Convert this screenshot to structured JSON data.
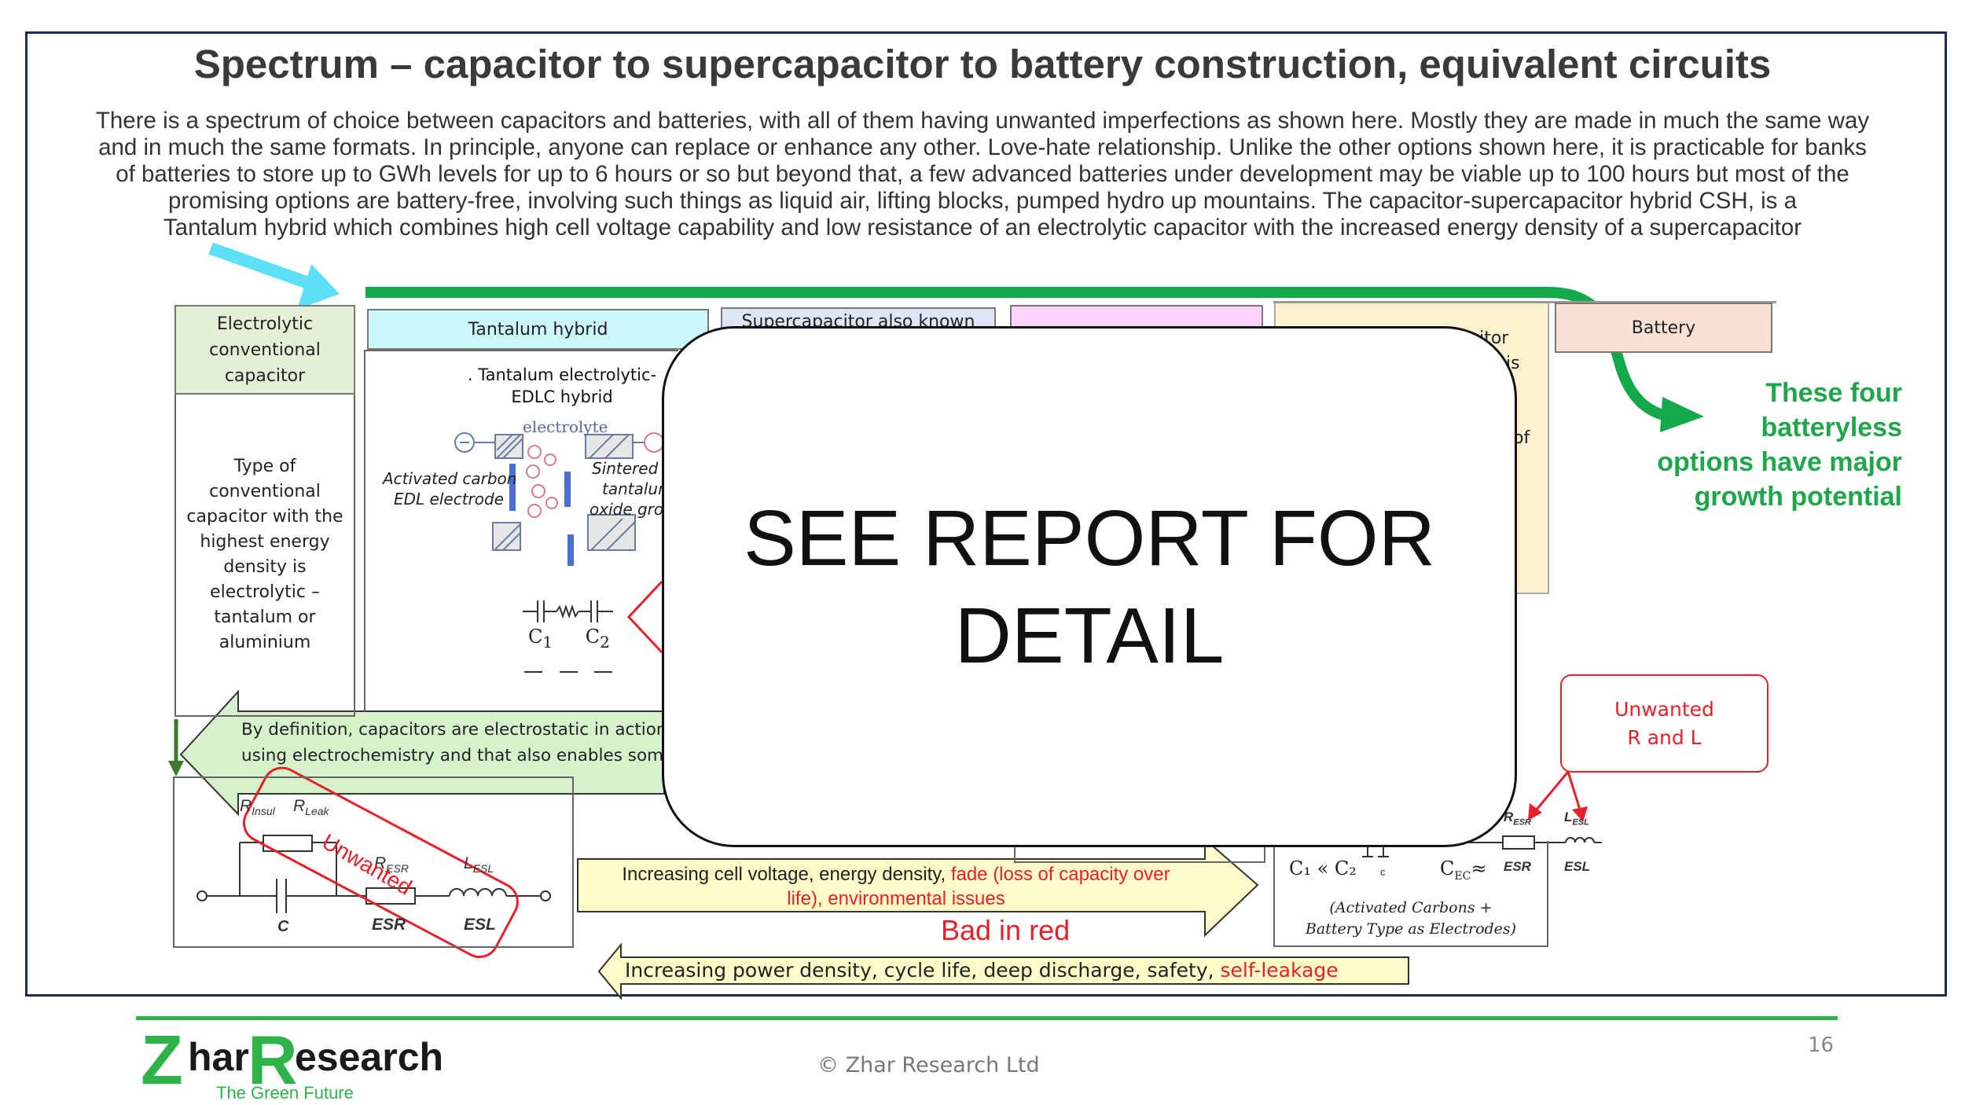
{
  "title": "Spectrum – capacitor to supercapacitor to battery construction, equivalent circuits",
  "intro": [
    "There is a spectrum of choice between capacitors and batteries, with all of them having unwanted imperfections as shown here. Mostly they are made in much the same way",
    "and in much the same formats. In principle, anyone can replace or enhance any other. Love-hate relationship. Unlike the other options shown here, it is practicable for banks",
    "of batteries to store up to GWh levels for up to 6 hours or so but beyond that, a few advanced batteries under development may be viable up to 100 hours but most of the",
    "promising options are battery-free, involving such things as liquid air, lifting blocks, pumped hydro up mountains. The capacitor-supercapacitor hybrid CSH, is a",
    "Tantalum hybrid which combines high cell voltage capability and low resistance of an electrolytic capacitor with the increased energy density of a supercapacitor"
  ],
  "columns": {
    "electrolytic": {
      "l1": "Electrolytic",
      "l2": "conventional",
      "l3": "capacitor"
    },
    "tantalum_hybrid": "Tantalum hybrid",
    "supercapacitor": "Supercapacitor also known",
    "battery": "Battery"
  },
  "electrolytic_desc": [
    "Type of",
    "conventional",
    "capacitor with the",
    "highest energy",
    "density is",
    "electrolytic –",
    "tantalum or",
    "aluminium"
  ],
  "tantalum_diagram": {
    "title_l1": ". Tantalum electrolytic-",
    "title_l2": "EDLC hybrid",
    "electrolyte": "electrolyte",
    "left_label_l1": "Activated carbon",
    "left_label_l2": "EDL electrode",
    "right_label_l1": "Sintered p",
    "right_label_l2": "tantalum",
    "right_label_l3": "oxide grow",
    "c1": "C",
    "c1_sub": "1",
    "c2": "C",
    "c2_sub": "2"
  },
  "fragments": {
    "f1": "citor",
    "f2": "r is",
    "f3": "of"
  },
  "definition_arrow": {
    "l1": "By definition, capacitors are electrostatic in action",
    "l2": "using electrochemistry and that also enables some"
  },
  "cap_circuit": {
    "r_insul": "R",
    "r_insul_sub": "Insul",
    "r_leak": "R",
    "r_leak_sub": "Leak",
    "r_esr": "R",
    "r_esr_sub": "ESR",
    "l_esl": "L",
    "l_esl_sub": "ESL",
    "c": "C",
    "esr": "ESR",
    "esl": "ESL",
    "unwanted": "Unwanted"
  },
  "unwanted_rl": {
    "l1": "Unwanted",
    "l2": "R and L"
  },
  "battery_circuit": {
    "r_esr": "R",
    "r_esr_sub": "ESR",
    "l_esl": "L",
    "l_esl_sub": "ESL",
    "esr": "ESR",
    "esl": "ESL",
    "c1c2": "C₁ « C₂",
    "c": "c",
    "cec": "C",
    "cec_sub": "EC",
    "approx": "≈",
    "caption_l1": "(Activated Carbons  +",
    "caption_l2": "Battery Type as Electrodes)",
    "esr_small": "ESR"
  },
  "increase_arrow": {
    "black": "Increasing cell voltage, energy density, ",
    "red_l1": "fade (loss of capacity over",
    "red_l2": "life), environmental issues"
  },
  "bad_in_red": "Bad in red",
  "power_arrow": {
    "black": "Increasing power density, cycle life, deep discharge, safety, ",
    "red": "self-leakage"
  },
  "overlay": {
    "l1": "SEE REPORT FOR",
    "l2": "DETAIL"
  },
  "potential": [
    "These four",
    "batteryless",
    "options have major",
    "growth potential"
  ],
  "footer": {
    "logo_z": "Z",
    "logo_har": "har",
    "logo_r": "R",
    "logo_esearch": "esearch",
    "logo_tag": "The Green Future",
    "copyright": "© Zhar Research Ltd",
    "page": "16"
  },
  "colors": {
    "green": "#1fa64a",
    "cyan_arrow": "#5de0f5",
    "tantalum_fill": "#ccf7fb",
    "super_fill": "#dce6f5",
    "pink_fill": "#fcd2fa",
    "cream_fill": "#fdf2d0",
    "battery_fill": "#f9e1d4",
    "electrolytic_fill": "#e3efd6",
    "red": "#e8202a"
  }
}
